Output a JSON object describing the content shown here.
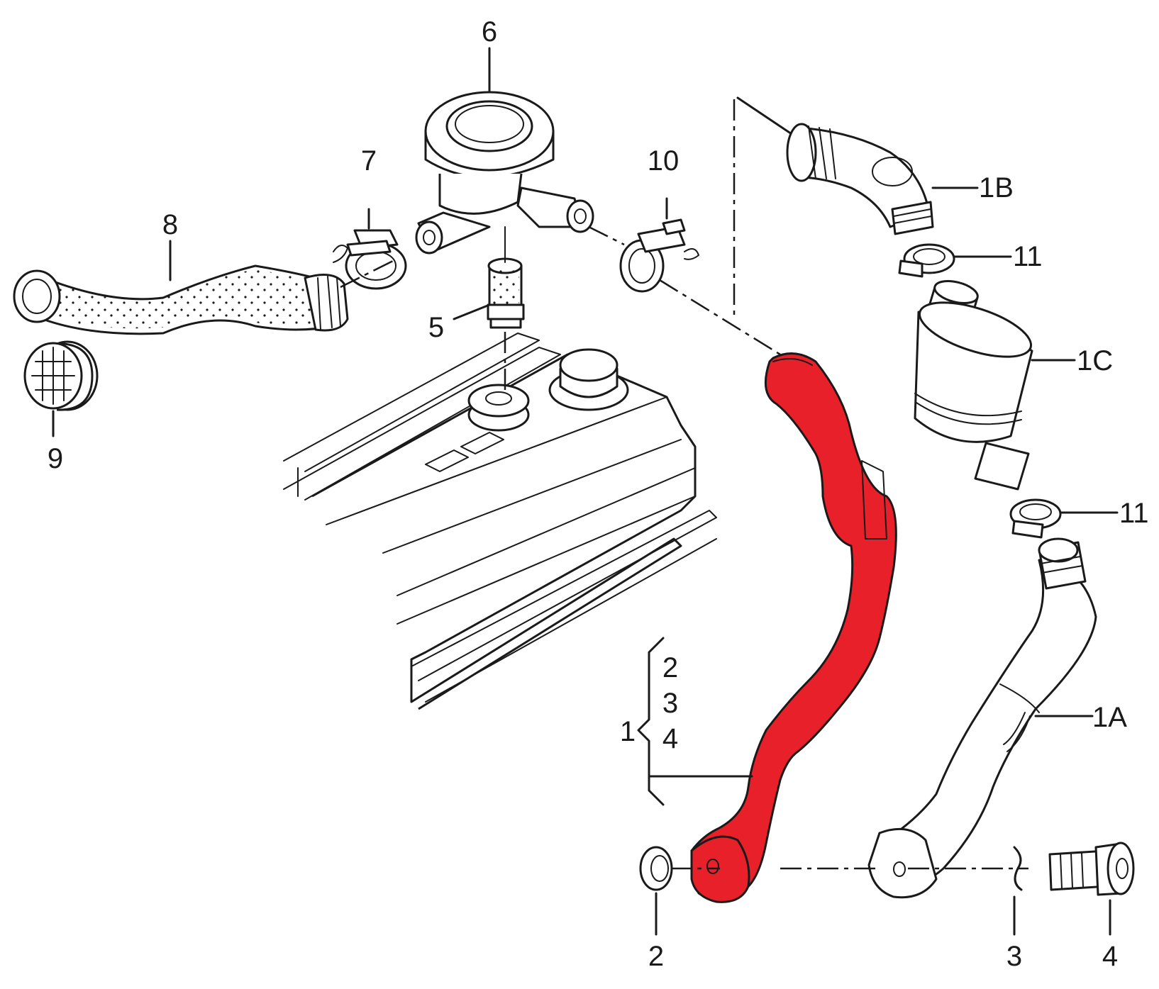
{
  "diagram": {
    "highlight_color": "#e8202a",
    "line_color": "#1a1a1a",
    "background": "#ffffff",
    "labels": {
      "p6": "6",
      "p7": "7",
      "p8": "8",
      "p10": "10",
      "p1B": "1B",
      "p11_top": "11",
      "p5": "5",
      "p1C": "1C",
      "p9": "9",
      "p11_mid": "11",
      "p1A": "1A",
      "p1": "1",
      "p1_sub2": "2",
      "p1_sub3": "3",
      "p1_sub4": "4",
      "p2": "2",
      "p3": "3",
      "p4": "4"
    }
  }
}
